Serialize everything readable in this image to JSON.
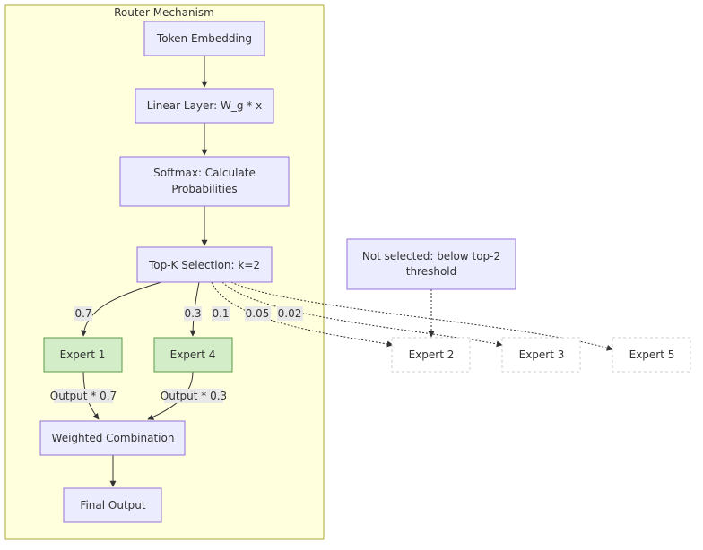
{
  "cluster": {
    "title": "Router Mechanism"
  },
  "nodes": {
    "token_embedding": {
      "label": "Token Embedding"
    },
    "linear_layer": {
      "label": "Linear Layer: W_g * x"
    },
    "softmax": {
      "label_line1": "Softmax: Calculate",
      "label_line2": "Probabilities"
    },
    "topk": {
      "label": "Top-K Selection: k=2"
    },
    "expert1": {
      "label": "Expert 1"
    },
    "expert4": {
      "label": "Expert 4"
    },
    "weighted_combination": {
      "label": "Weighted Combination"
    },
    "final_output": {
      "label": "Final Output"
    },
    "expert2": {
      "label": "Expert 2"
    },
    "expert3": {
      "label": "Expert 3"
    },
    "expert5": {
      "label": "Expert 5"
    },
    "note": {
      "label_line1": "Not selected: below top-2",
      "label_line2": "threshold"
    }
  },
  "edge_labels": {
    "to_expert1": "0.7",
    "to_expert4": "0.3",
    "to_expert2": "0.1",
    "to_expert3": "0.05",
    "to_expert5": "0.02",
    "expert1_out": "Output * 0.7",
    "expert4_out": "Output * 0.3"
  },
  "colors": {
    "cluster_fill": "#ffffde",
    "cluster_stroke": "#aaaa33",
    "node_fill": "#ececff",
    "node_stroke": "#9370db",
    "selected_fill": "#d4edc9",
    "selected_stroke": "#5a9a4a",
    "unselected_stroke": "#cccccc",
    "edge": "#333333",
    "edge_label_bg": "#e8e8e8"
  }
}
